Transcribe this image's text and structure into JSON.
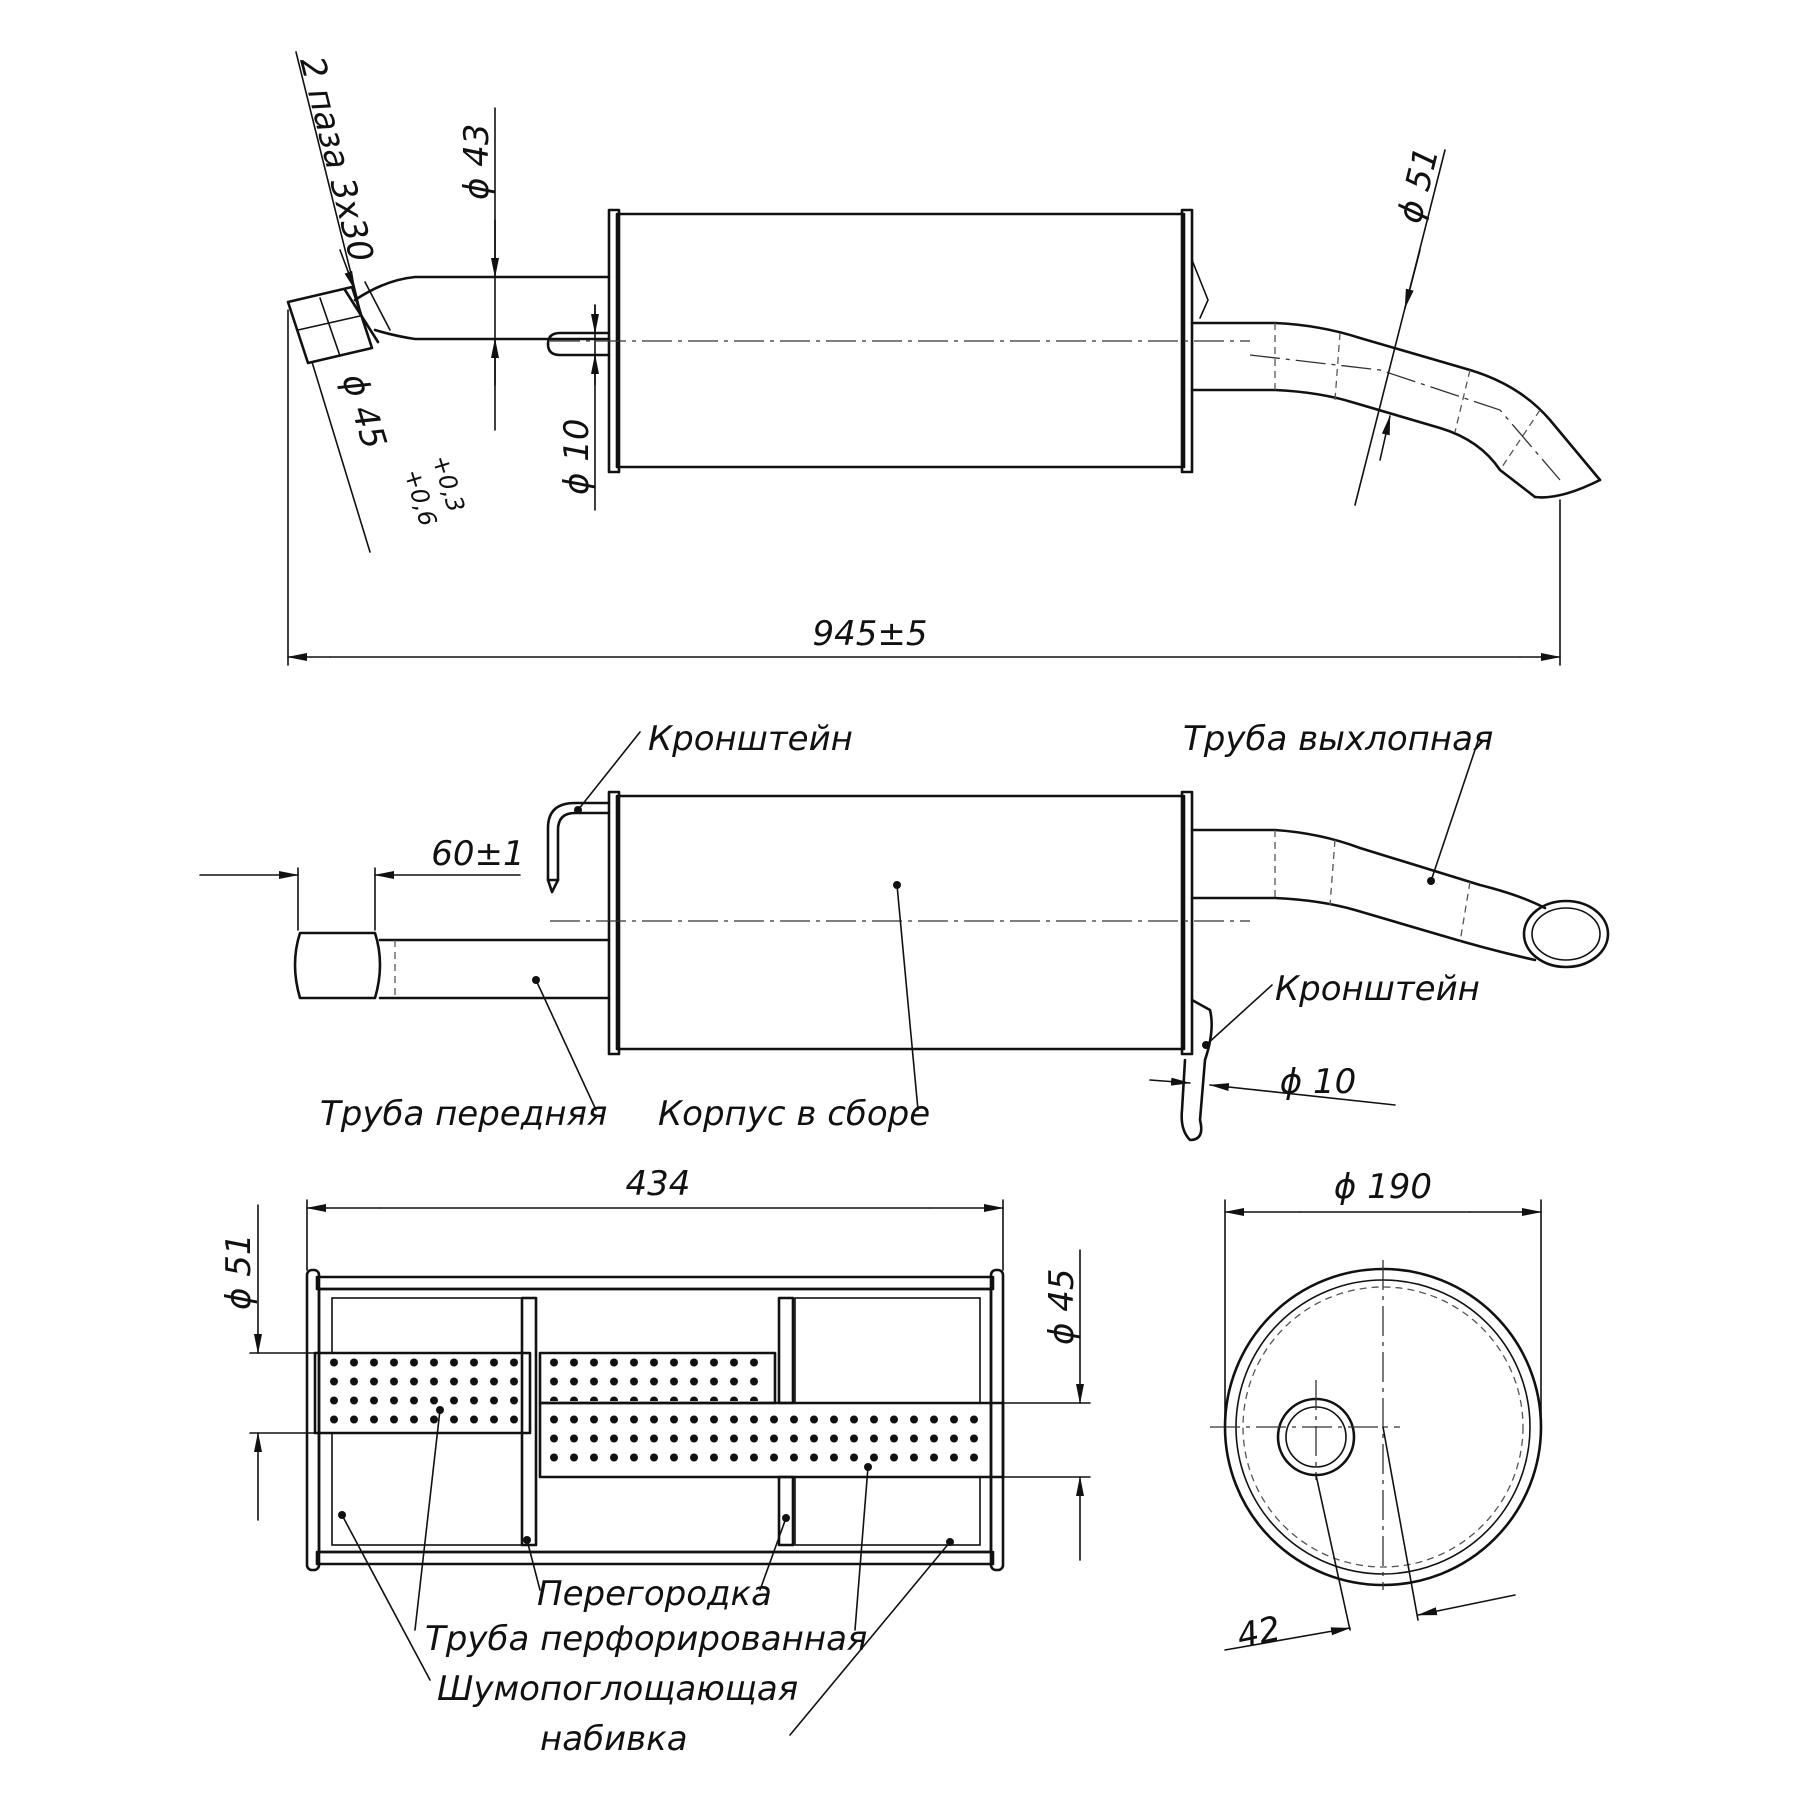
{
  "dimensions": {
    "slots": "2 паза 3х30",
    "d43": "ϕ 43",
    "d51_top": "ϕ 51",
    "d10_top": "ϕ 10",
    "d45_main": "ϕ 45",
    "d45_tol_upper": "+0,3",
    "d45_tol_lower": "+0,6",
    "length_total": "945±5",
    "len60": "60±1",
    "d10_side": "ϕ 10",
    "len434": "434",
    "d51_section": "ϕ 51",
    "d45_section": "ϕ 45",
    "d190": "ϕ 190",
    "offset42": "42"
  },
  "labels": {
    "bracket_top": "Кронштейн",
    "exhaust_pipe": "Труба выхлопная",
    "bracket_bottom": "Кронштейн",
    "front_pipe": "Труба передняя",
    "body_assembly": "Корпус в сборе",
    "baffle": "Перегородка",
    "perforated_pipe": "Труба перфорированная",
    "sound_absorbing_1": "Шумопоглощающая",
    "sound_absorbing_2": "набивка"
  }
}
